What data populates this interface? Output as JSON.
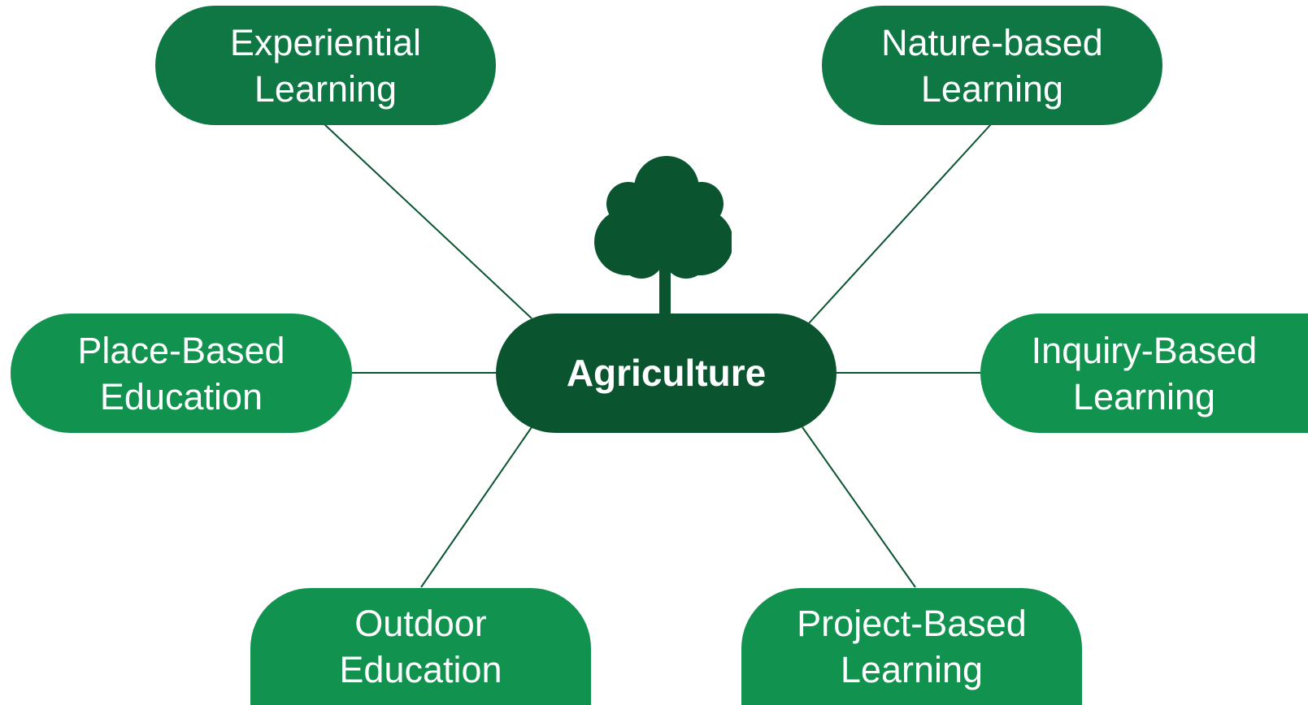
{
  "diagram": {
    "center": {
      "label": "Agriculture",
      "icon": "tree-icon"
    },
    "nodes": [
      {
        "id": "experiential",
        "label": "Experiential\nLearning"
      },
      {
        "id": "nature",
        "label": "Nature-based\nLearning"
      },
      {
        "id": "place",
        "label": "Place-Based\nEducation"
      },
      {
        "id": "inquiry",
        "label": "Inquiry-Based\nLearning"
      },
      {
        "id": "outdoor",
        "label": "Outdoor\nEducation"
      },
      {
        "id": "project",
        "label": "Project-Based\nLearning"
      }
    ]
  },
  "colors": {
    "center": "#0a5430",
    "top_nodes": "#0e7744",
    "lower_nodes": "#11924f",
    "connector": "#0a5430",
    "text": "#ffffff"
  }
}
